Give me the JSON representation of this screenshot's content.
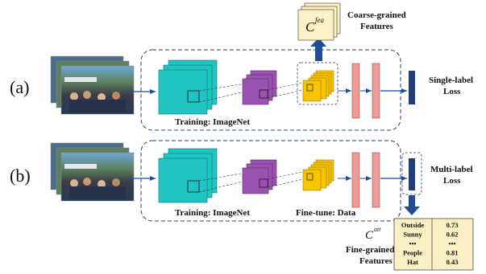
{
  "row_a": {
    "label": "(a)",
    "training_label": "Training: ImageNet",
    "loss_label": [
      "Single-label",
      "Loss"
    ]
  },
  "row_b": {
    "label": "(b)",
    "training_label": "Training: ImageNet",
    "finetune_label": "Fine-tune: Data",
    "loss_label": [
      "Multi-label",
      "Loss"
    ]
  },
  "coarse": {
    "symbol": "C",
    "superscript": "fea",
    "label": [
      "Coarse-grained",
      "Features"
    ]
  },
  "fine": {
    "symbol": "C",
    "superscript": "att",
    "label": [
      "Fine-grained",
      "Features"
    ]
  },
  "attribute_table": {
    "rows": [
      {
        "name": "Outside",
        "score": "0.73"
      },
      {
        "name": "Sunny",
        "score": "0.62"
      },
      {
        "name": "•••",
        "score": "•••"
      },
      {
        "name": "People",
        "score": "0.81"
      },
      {
        "name": "Hat",
        "score": "0.43"
      }
    ]
  },
  "colors": {
    "conv1": "#20c4c0",
    "conv2": "#9a52b0",
    "conv3": "#f6c400",
    "fc": "#ee9c98",
    "output": "#1f3f7a",
    "arrow": "#1f4e96",
    "dashed": "#2a3f6e",
    "feature_card": "#fdf1c8",
    "table_bg": "#fbefc4"
  }
}
